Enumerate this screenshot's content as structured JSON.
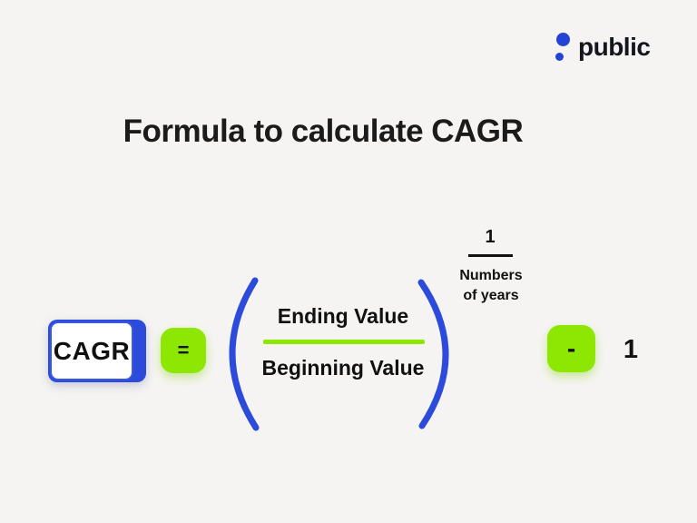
{
  "logo": {
    "brand": "public",
    "icon": "public-dot-mark"
  },
  "title": "Formula to calculate CAGR",
  "formula": {
    "lhs": "CAGR",
    "equals_sign": "=",
    "fraction": {
      "numerator": "Ending Value",
      "denominator": "Beginning Value"
    },
    "exponent": {
      "numerator": "1",
      "denominator_line1": "Numbers",
      "denominator_line2": "of years"
    },
    "minus_sign": "-",
    "constant": "1"
  },
  "colors": {
    "background": "#F5F4F2",
    "accent_blue": "#2C4BDB",
    "accent_green": "#8DE703",
    "text_primary": "#1B1B1B"
  }
}
